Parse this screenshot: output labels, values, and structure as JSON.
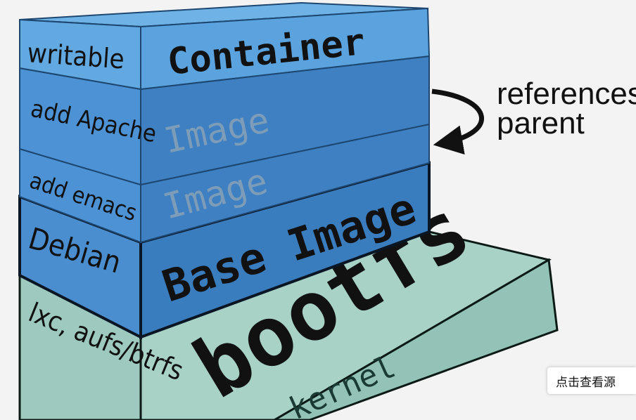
{
  "layers": {
    "container": {
      "side_label": "writable",
      "face_label": "Container"
    },
    "image_apache": {
      "side_label": "add Apache",
      "face_label": "Image"
    },
    "image_emacs": {
      "side_label": "add emacs",
      "face_label": "Image"
    },
    "base": {
      "side_label": "Debian",
      "face_label": "Base Image"
    },
    "bootfs": {
      "side_label": "lxc, aufs/btrfs",
      "face_label": "bootfs",
      "kernel_label": "kernel"
    }
  },
  "annotation": {
    "line1": "references",
    "line2": "parent"
  },
  "view_source_button": {
    "label": "点击查看源"
  },
  "colors": {
    "container": "#5aa2dd",
    "image": "#3f7fc0",
    "bootfs": "#a7d1c6",
    "background": "#f3f3f3"
  }
}
